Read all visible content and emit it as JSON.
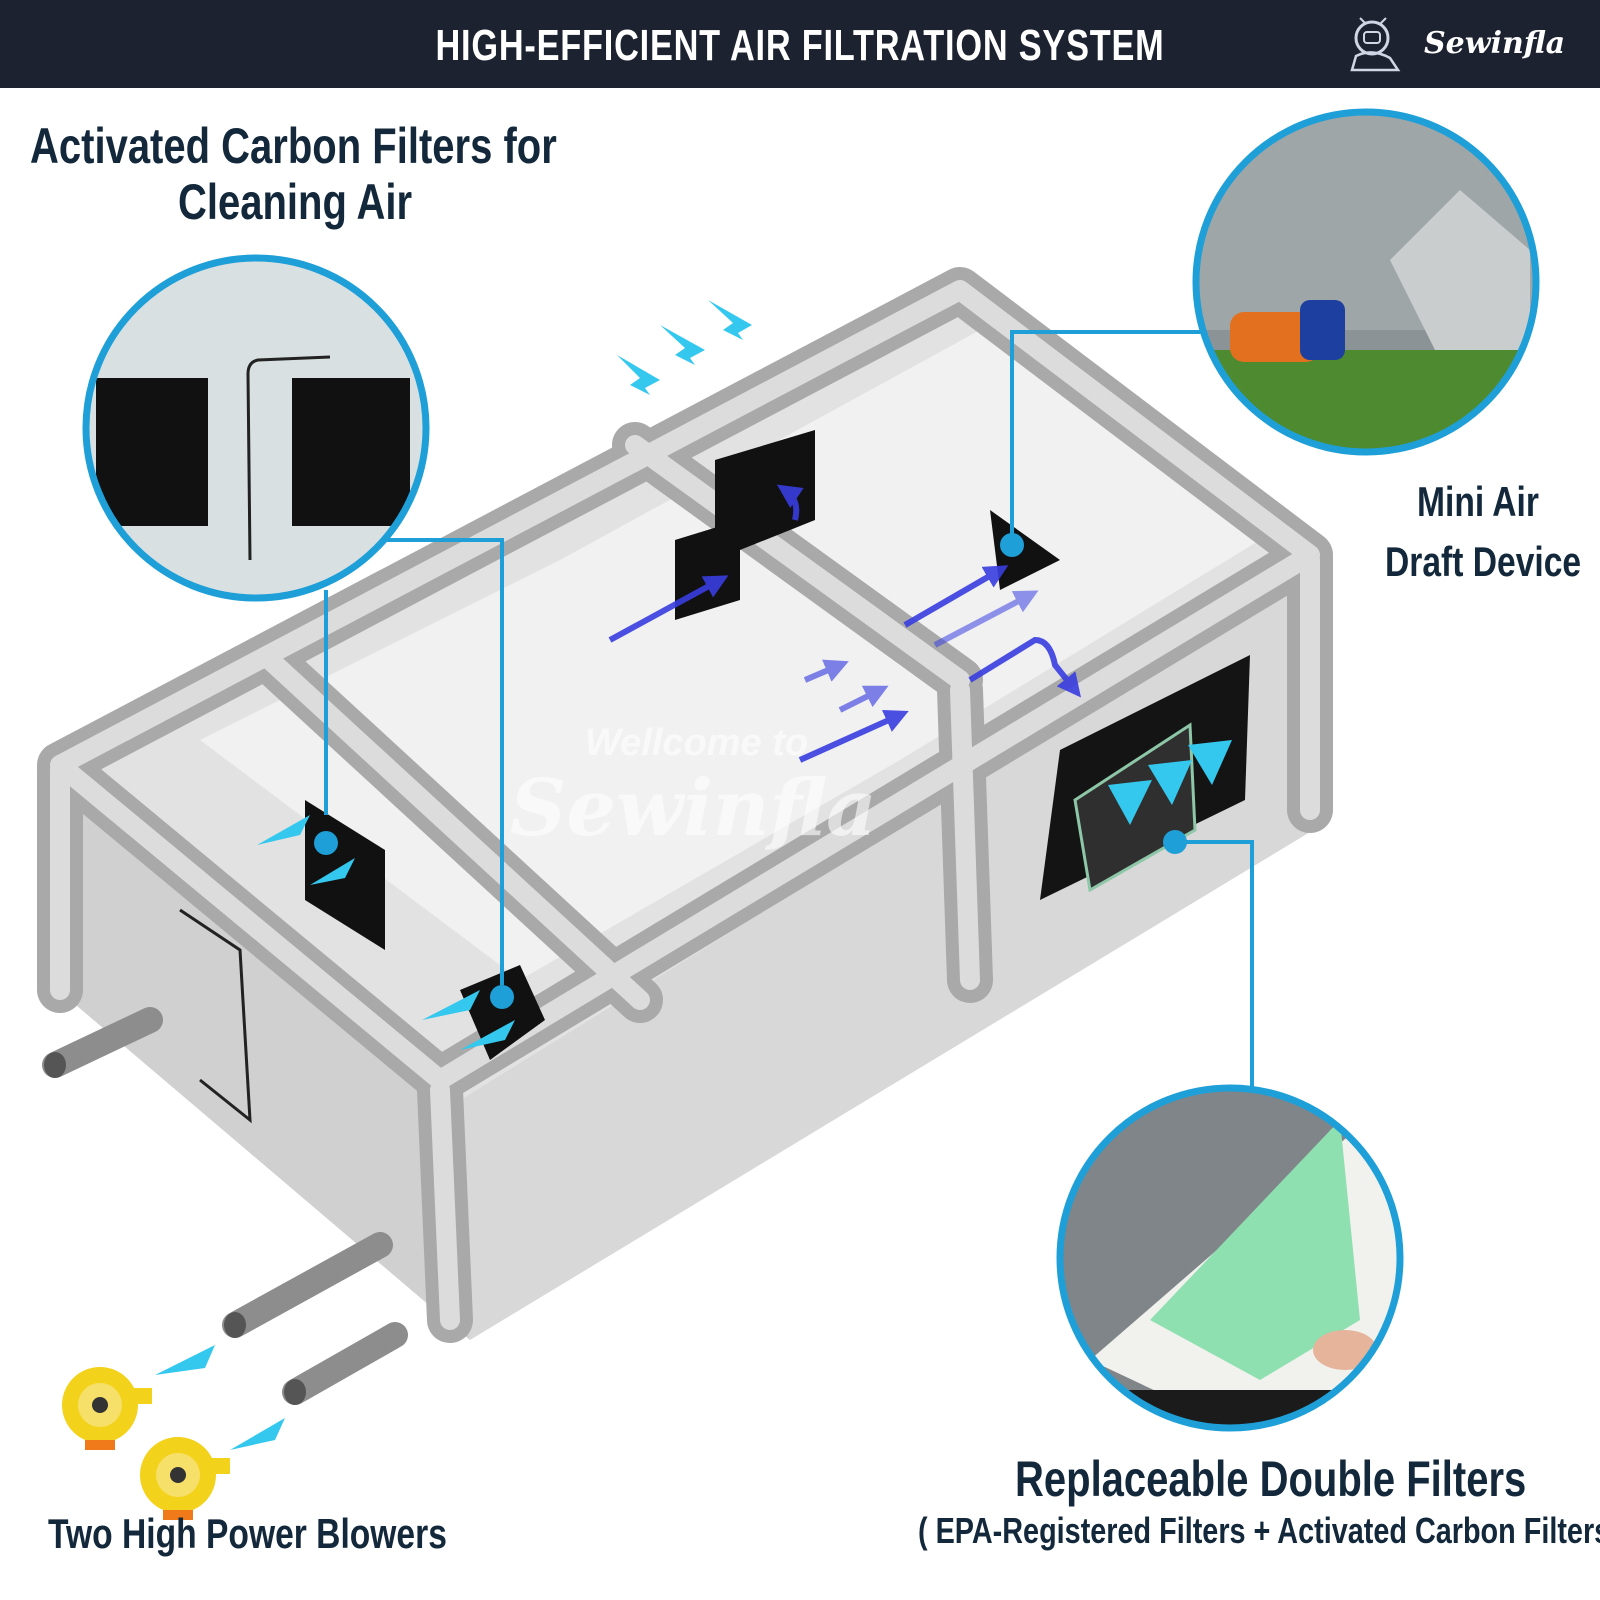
{
  "header": {
    "title": "HIGH-EFFICIENT AIR FILTRATION SYSTEM",
    "logo_text": "Sewinfla"
  },
  "labels": {
    "carbon_filters_line1": "Activated Carbon Filters for",
    "carbon_filters_line2": "Cleaning Air",
    "draft_line1": "Mini Air",
    "draft_line2": "Draft Device",
    "blowers": "Two High Power Blowers",
    "double_filters": "Replaceable Double Filters",
    "double_filters_note": "( EPA-Registered Filters + Activated Carbon Filters )"
  },
  "watermark": {
    "line1": "Wellcome to",
    "line2": "Sewinfla"
  },
  "colors": {
    "header_bg": "#1d2230",
    "callout_blue": "#1f9fd8",
    "arrow_cyan": "#35c8ee",
    "airflow_blue": "#3a3ee0",
    "label_text": "#13283a"
  },
  "icons": [
    "astronaut-logo-icon",
    "airflow-arrow-icon",
    "blower-icon"
  ]
}
